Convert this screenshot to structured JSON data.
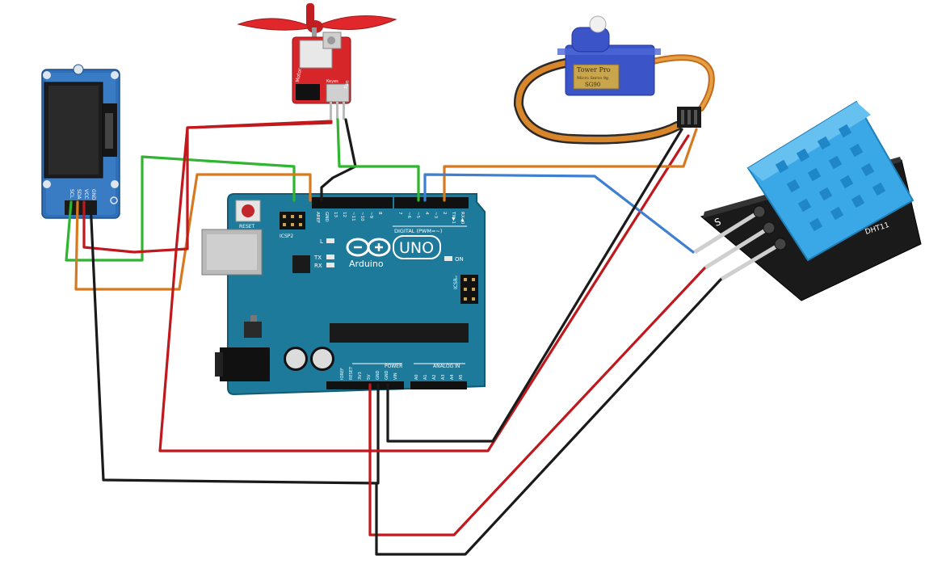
{
  "oled": {
    "pins": [
      "SCL",
      "SDA",
      "VCC",
      "GND"
    ]
  },
  "fan_module": {
    "labels": [
      "Motor",
      "Fan",
      "Keyes"
    ]
  },
  "servo": {
    "brand": "Tower Pro",
    "subtitle": "Micro Servo 9g",
    "model": "SG90"
  },
  "dht11": {
    "pin_label": "S",
    "module_mark": "DHT11"
  },
  "arduino": {
    "brand": "Arduino",
    "model": "UNO",
    "reset_label": "RESET",
    "icsp2_label": "ICSP2",
    "icsp_label": "ICSP",
    "icsp_pin1": "1",
    "led_l": "L",
    "led_tx": "TX",
    "led_rx": "RX",
    "led_on": "ON",
    "digital_label": "DIGITAL (PWM=~)",
    "power_label": "POWER",
    "analog_label": "ANALOG IN",
    "top_pins": [
      "AREF",
      "GND",
      "13",
      "12",
      "~11",
      "~10",
      "~9",
      "8",
      "7",
      "~6",
      "~5",
      "4",
      "~3",
      "2",
      "TX▶1",
      "RX◀0"
    ],
    "power_pins": [
      "IOREF",
      "RESET",
      "3V3",
      "5V",
      "GND",
      "GND",
      "VIN"
    ],
    "analog_pins": [
      "A0",
      "A1",
      "A2",
      "A3",
      "A4",
      "A5"
    ]
  },
  "colors": {
    "board": "#1d7a9b",
    "board_dark": "#155f7a",
    "wire_red": "#c0181c",
    "wire_black": "#1a1a1a",
    "wire_green": "#2fb52f",
    "wire_orange": "#d77a1f",
    "wire_blue": "#3d7fd0",
    "oled_blue": "#2f6fb7",
    "servo_blue": "#3b55c8",
    "dht_blue": "#3aa8e6",
    "fan_red": "#d7262a"
  }
}
